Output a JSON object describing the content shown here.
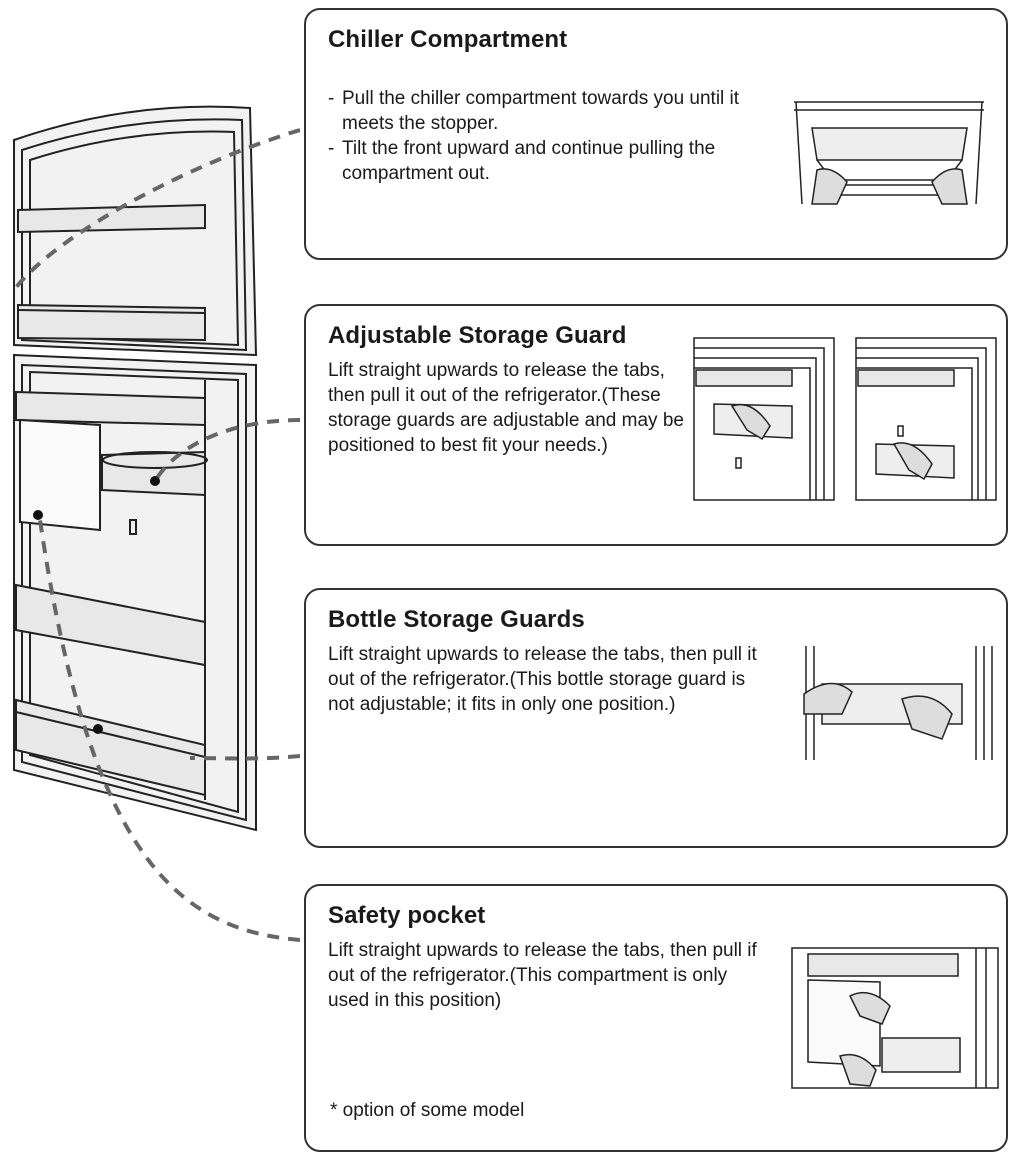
{
  "panels": {
    "chiller": {
      "title": "Chiller Compartment",
      "steps": [
        "Pull the chiller compartment towards you until it meets the stopper.",
        "Tilt the front upward and continue pulling the compartment out."
      ]
    },
    "adjustable": {
      "title": "Adjustable Storage Guard",
      "text": "Lift straight upwards to release the tabs, then pull it out of the refrigerator.(These storage guards are adjustable and may be positioned to best fit your needs.)"
    },
    "bottle": {
      "title": "Bottle Storage Guards",
      "text": "Lift straight upwards to release the tabs, then pull it out of the refrigerator.(This bottle storage guard is not adjustable; it fits in only one position.)"
    },
    "safety": {
      "title": "Safety pocket",
      "text": "Lift straight upwards to release the tabs, then pull if out of the refrigerator.(This compartment is only used in this position)",
      "note": "* option of some model"
    }
  },
  "icons": {
    "fridge": "refrigerator-door-illustration",
    "chiller": "chiller-drawer-hands-illustration",
    "adjustable": "door-guard-lift-illustration",
    "bottle": "bottle-guard-lift-illustration",
    "safety": "safety-pocket-illustration"
  }
}
